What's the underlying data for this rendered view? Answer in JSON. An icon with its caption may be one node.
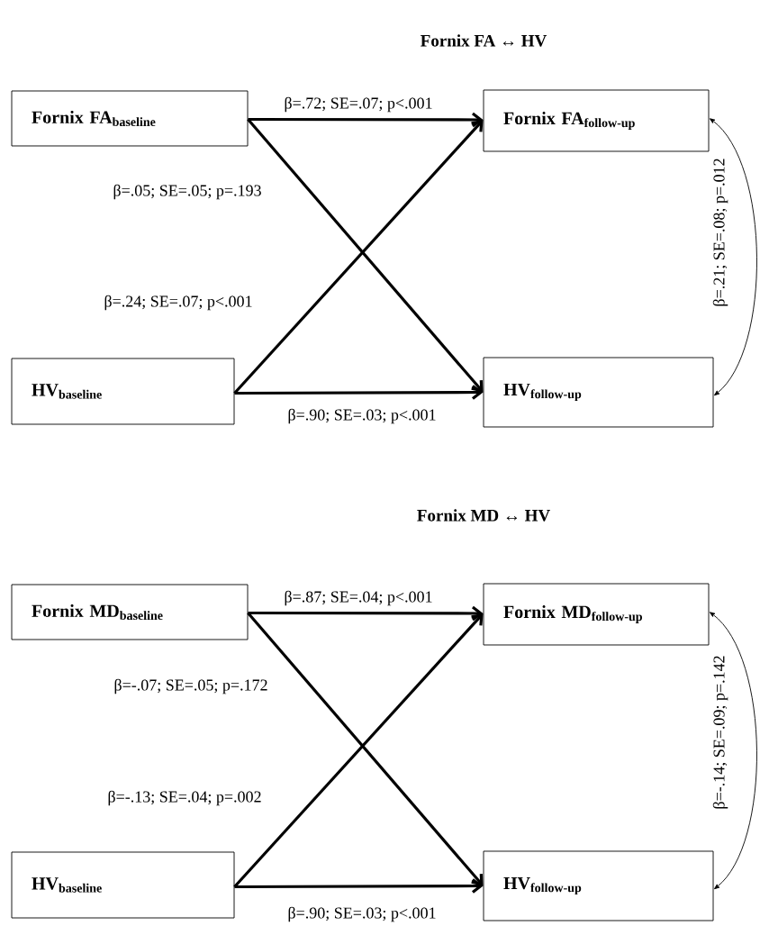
{
  "diagram": {
    "nodes": [
      {
        "text": [
          "Fornix FA$_{baseline}$"
        ]
      },
      {
        "text": [
          "Fornix FA$_{follow-up}$"
        ]
      },
      {
        "text": [
          "HV$_{baseline}$"
        ]
      },
      {
        "text": [
          "HV$_{follow-up}$"
        ]
      },
      {
        "text": [
          "Fornix MD$_{baseline}$"
        ]
      },
      {
        "text": [
          "Fornix MD$_{follow-up}$"
        ]
      },
      {
        "text": [
          "HV$_{baseline}$"
        ]
      },
      {
        "text": [
          "HV$_{follow-up}$"
        ]
      }
    ],
    "edges": [
      {
        "from": 0,
        "to": 1,
        "arrow": "to",
        "label": "β=.72; SE=.07; p<.001"
      },
      {
        "from": 0,
        "to": 3,
        "arrow": "to",
        "label": "β=.05; SE=.05; p=.193"
      },
      {
        "from": 2,
        "to": 1,
        "arrow": "to",
        "label": "β=.24; SE=.07; p<.001"
      },
      {
        "from": 2,
        "to": 3,
        "arrow": "to",
        "label": "β=.90; SE=.03; p<.001"
      },
      {
        "from": 1,
        "to": 3,
        "arrow": "both",
        "label": "β=.21; SE=.08; p=.012"
      },
      {
        "from": 4,
        "to": 5,
        "arrow": "to",
        "label": "β=.87; SE=.04; p<.001"
      },
      {
        "from": 4,
        "to": 7,
        "arrow": "to",
        "label": "β=-.07; SE=.05; p=.172"
      },
      {
        "from": 6,
        "to": 5,
        "arrow": "to",
        "label": "β=-.13; SE=.04; p=.002"
      },
      {
        "from": 6,
        "to": 7,
        "arrow": "to",
        "label": "β=.90; SE=.03; p<.001"
      },
      {
        "from": 5,
        "to": 7,
        "arrow": "both",
        "label": "β=-.14; SE=.09; p=.142"
      }
    ],
    "labels": [
      "Fornix FA ↔ HV",
      "Fornix MD ↔ HV"
    ]
  }
}
